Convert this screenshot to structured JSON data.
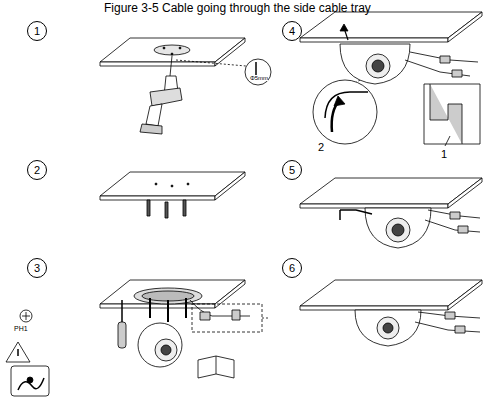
{
  "diagram": {
    "title": "Figure 3-5 Cable going through the side cable tray",
    "nodes": [
      {
        "text": [
          "1"
        ]
      },
      {
        "text": [
          "4"
        ]
      },
      {
        "text": [
          "2"
        ]
      },
      {
        "text": [
          "5"
        ]
      },
      {
        "text": [
          "3"
        ]
      },
      {
        "text": [
          "6"
        ]
      }
    ],
    "labels": [
      "Φ5mm",
      "PH1",
      "2",
      "1"
    ]
  }
}
